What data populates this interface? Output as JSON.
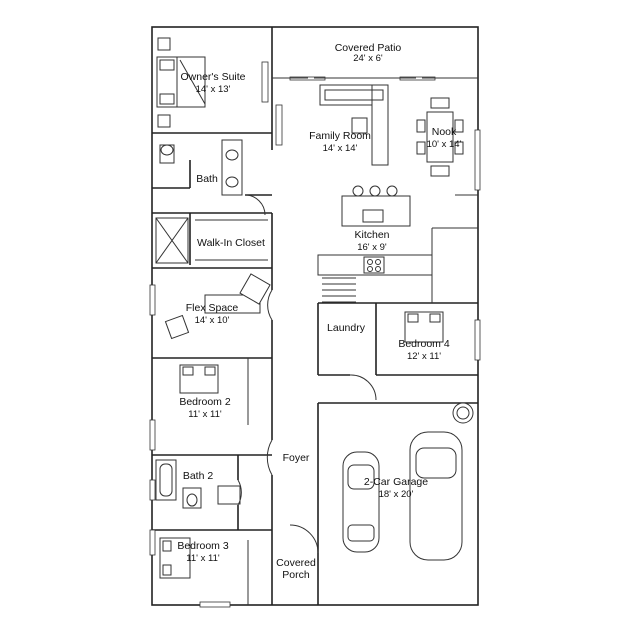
{
  "rooms": [
    {
      "id": "covered-patio",
      "name": "Covered Patio",
      "size": "24' x 6'"
    },
    {
      "id": "owners-suite",
      "name": "Owner's Suite",
      "size": "14' x 13'"
    },
    {
      "id": "family-room",
      "name": "Family Room",
      "size": "14' x 14'"
    },
    {
      "id": "nook",
      "name": "Nook",
      "size": "10' x 14'"
    },
    {
      "id": "bath",
      "name": "Bath",
      "size": ""
    },
    {
      "id": "kitchen",
      "name": "Kitchen",
      "size": "16' x 9'"
    },
    {
      "id": "walk-in-closet",
      "name": "Walk-In Closet",
      "size": ""
    },
    {
      "id": "flex-space",
      "name": "Flex Space",
      "size": "14' x 10'"
    },
    {
      "id": "laundry",
      "name": "Laundry",
      "size": ""
    },
    {
      "id": "bedroom-4",
      "name": "Bedroom 4",
      "size": "12' x 11'"
    },
    {
      "id": "bedroom-2",
      "name": "Bedroom 2",
      "size": "11' x 11'"
    },
    {
      "id": "foyer",
      "name": "Foyer",
      "size": ""
    },
    {
      "id": "bath-2",
      "name": "Bath 2",
      "size": ""
    },
    {
      "id": "garage",
      "name": "2-Car Garage",
      "size": "18' x 20'"
    },
    {
      "id": "bedroom-3",
      "name": "Bedroom 3",
      "size": "11' x 11'"
    },
    {
      "id": "covered-porch",
      "name": "Covered",
      "size": "Porch"
    }
  ]
}
